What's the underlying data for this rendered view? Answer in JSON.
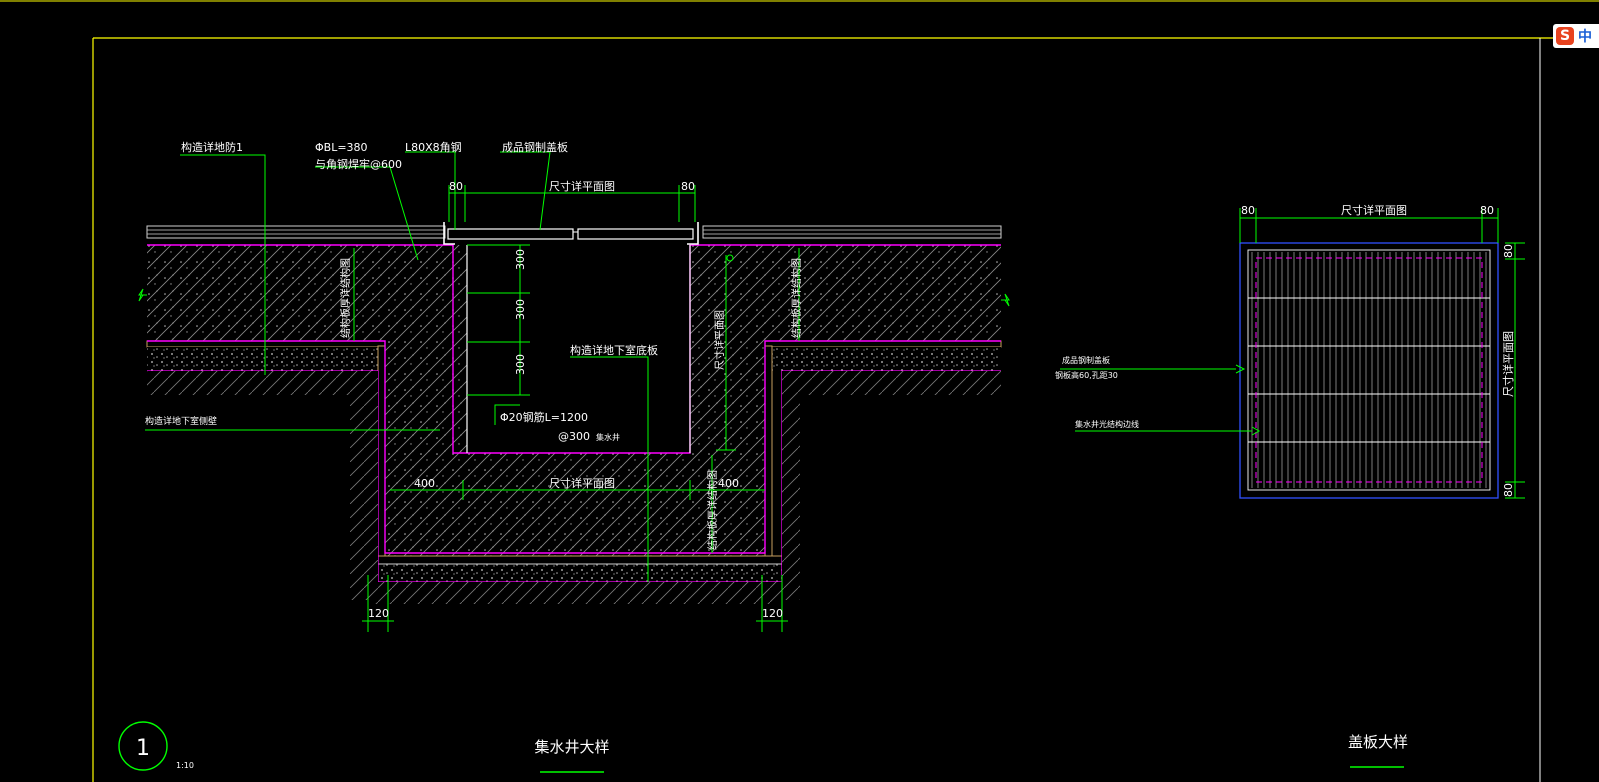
{
  "section": {
    "labels": {
      "waterproof": "构造详地防1",
      "rebar_spec": "ΦBL=380",
      "rebar_weld": "与角钢焊牢@600",
      "angle_steel": "L80X8角钢",
      "steel_cover": "成品钢制盖板",
      "dim_80_left": "80",
      "dim_plan": "尺寸详平面图",
      "dim_80_right": "80",
      "dim_300_a": "300",
      "dim_300_b": "300",
      "dim_300_c": "300",
      "wall_thick_left": "结构板厚详结构图",
      "wall_thick_right": "结构板厚详结构图",
      "pit_depth": "尺寸详平面图",
      "basement_floor": "构造详地下室底板",
      "basement_side": "构造详地下室侧壁",
      "rebar_bottom": "Φ20钢筋L=1200",
      "rebar_spacing": "@300",
      "sump_label": "集水井",
      "dim_400": "400",
      "dim_plan_bottom": "尺寸详平面图",
      "dim_400_right": "400",
      "floor_thick": "结构板厚详结构图",
      "dim_120_left": "120",
      "dim_120_right": "120"
    },
    "circle_number": "1",
    "scale": "1:10",
    "title": "集水井大样"
  },
  "plan": {
    "dim_80_left": "80",
    "dim_plan_top": "尺寸详平面图",
    "dim_80_right": "80",
    "dim_80_top": "80",
    "dim_plan_side": "尺寸详平面图",
    "dim_80_bottom": "80",
    "cover_label": "成品钢制盖板",
    "cover_spec": "钢板高60,孔距30",
    "edge_label": "集水井光结构边线",
    "title": "盖板大样"
  },
  "ime_badge": {
    "logo": "S",
    "text": "中"
  },
  "colors": {
    "background": "#000000",
    "frame": "#ffff00",
    "annotation": "#00ff00",
    "layer": "#ff00ff",
    "outline": "#ffffff",
    "cover_edge": "#3050ff"
  }
}
